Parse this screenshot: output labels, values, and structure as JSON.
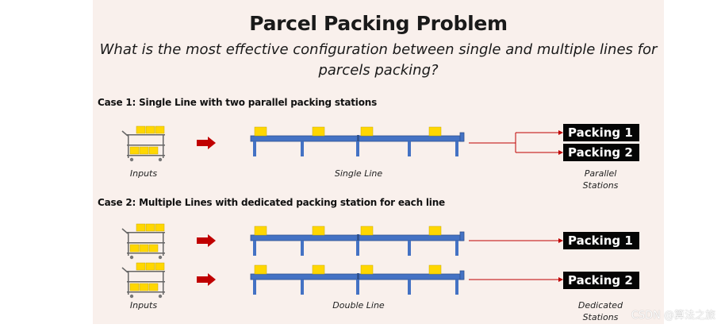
{
  "title": "Parcel Packing Problem",
  "subtitle_line1": "What is the most effective configuration between single and multiple lines for",
  "subtitle_line2": "parcels packing?",
  "case1": {
    "heading": "Case 1: Single Line with two parallel packing stations",
    "inputs_label": "Inputs",
    "line_label": "Single Line",
    "stations_label_line1": "Parallel",
    "stations_label_line2": "Stations",
    "station1": "Packing 1",
    "station2": "Packing 2"
  },
  "case2": {
    "heading": "Case 2: Multiple Lines with dedicated packing station for each line",
    "inputs_label": "Inputs",
    "line_label": "Double Line",
    "stations_label_line1": "Dedicated",
    "stations_label_line2": "Stations",
    "station1": "Packing 1",
    "station2": "Packing 2"
  },
  "watermark": "CSDN @算法之旅",
  "colors": {
    "background": "#f9f0ec",
    "conveyor": "#4472c4",
    "parcel": "#ffd700",
    "arrow": "#c00000",
    "station": "#050505"
  }
}
